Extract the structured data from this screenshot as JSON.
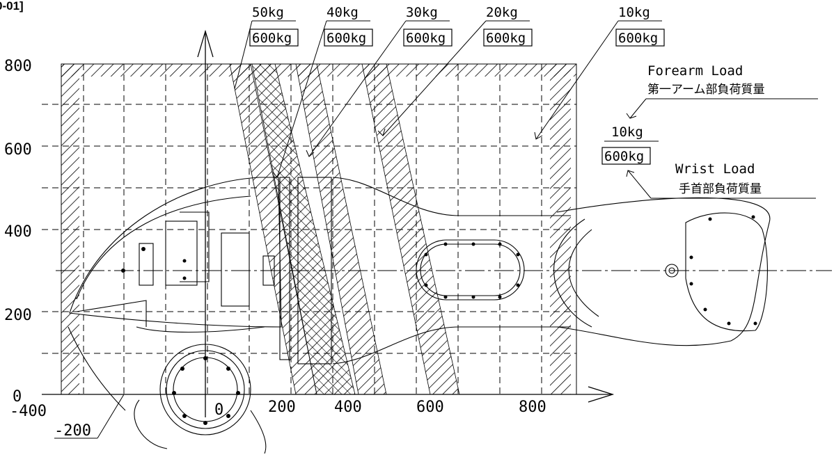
{
  "figure_label": "0-01]",
  "x_ticks": [
    "-400",
    "-200",
    "0",
    "200",
    "400",
    "600",
    "800"
  ],
  "y_ticks": [
    "0",
    "200",
    "400",
    "600",
    "800"
  ],
  "zones": [
    {
      "forearm": "50kg",
      "wrist": "600kg"
    },
    {
      "forearm": "40kg",
      "wrist": "600kg"
    },
    {
      "forearm": "30kg",
      "wrist": "600kg"
    },
    {
      "forearm": "20kg",
      "wrist": "600kg"
    },
    {
      "forearm": "10kg",
      "wrist": "600kg"
    }
  ],
  "legend": {
    "forearm_en": "Forearm Load",
    "forearm_jp": "第一アーム部負荷質量",
    "sample_forearm": "10kg",
    "sample_wrist": "600kg",
    "wrist_en": "Wrist Load",
    "wrist_jp": "手首部負荷質量"
  },
  "colors": {
    "line": "#000000",
    "background": "#ffffff"
  }
}
